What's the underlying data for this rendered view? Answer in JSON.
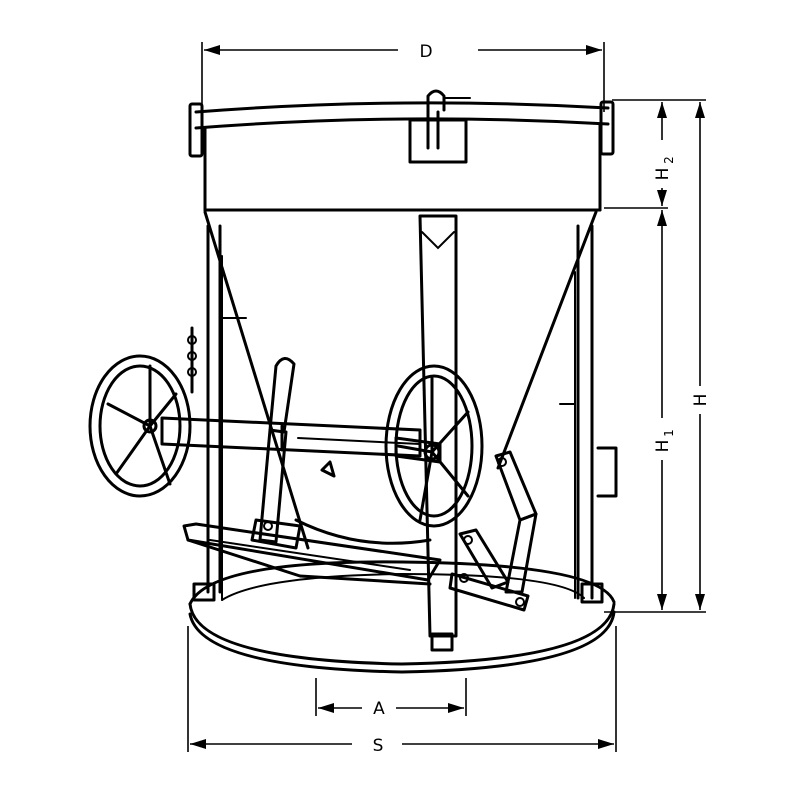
{
  "dimensions": {
    "D": "D",
    "S": "S",
    "A": "A",
    "H": "H",
    "H1": "H",
    "H1_sub": "1",
    "H2": "H",
    "H2_sub": "2"
  },
  "icons": [
    "concrete-bucket-drawing",
    "handwheel-icon",
    "lever-handle-icon"
  ]
}
